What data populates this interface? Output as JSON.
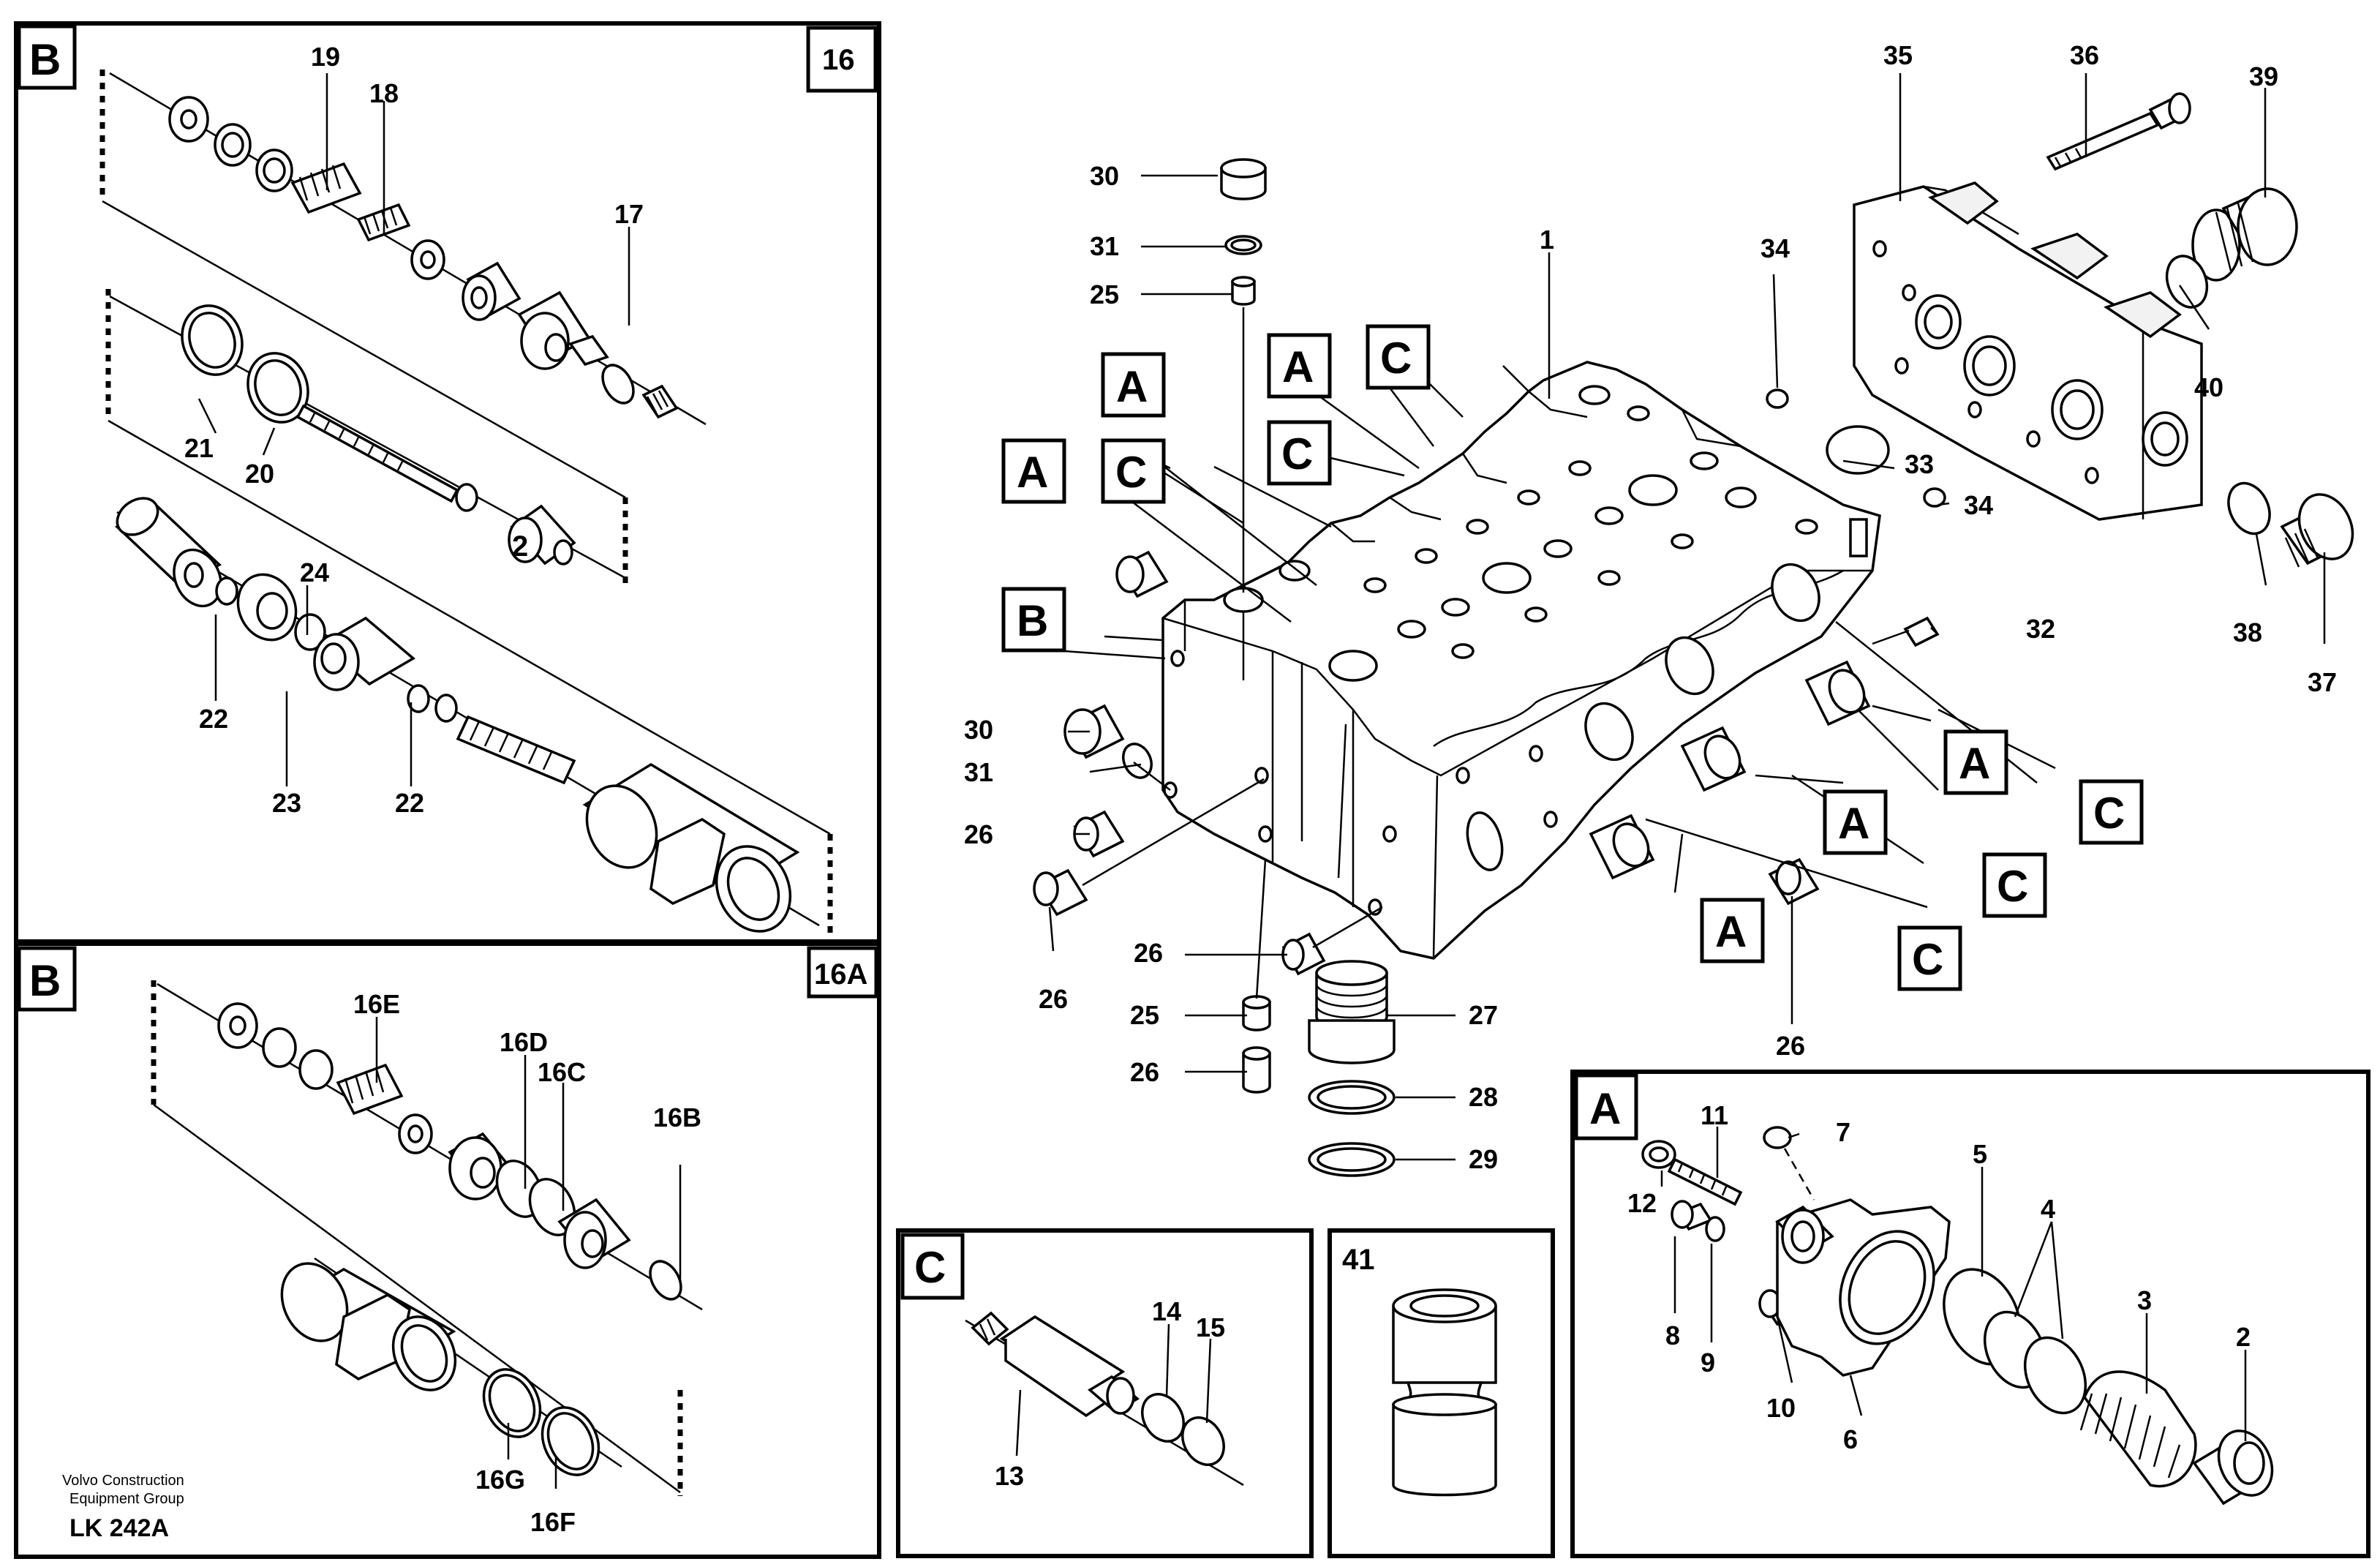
{
  "panels": {
    "p16": {
      "letter": "B",
      "code": "16",
      "labels": [
        "19",
        "18",
        "17",
        "21",
        "20",
        "24",
        "22",
        "23",
        "22"
      ]
    },
    "p16a": {
      "letter": "B",
      "code": "16A",
      "labels": [
        "16E",
        "16D",
        "16C",
        "16B",
        "16G",
        "16F"
      ]
    },
    "main": {
      "labels": [
        "30",
        "31",
        "25",
        "1",
        "35",
        "36",
        "39",
        "34",
        "40",
        "33",
        "34",
        "38",
        "37",
        "32",
        "30",
        "31",
        "26",
        "26",
        "26",
        "25",
        "26",
        "27",
        "28",
        "29",
        "26"
      ],
      "tags": [
        "A",
        "C",
        "A",
        "C",
        "A",
        "C",
        "B",
        "A",
        "C",
        "A",
        "C",
        "A",
        "C"
      ]
    },
    "pA": {
      "letter": "A",
      "labels": [
        "11",
        "7",
        "12",
        "5",
        "4",
        "3",
        "8",
        "9",
        "10",
        "6",
        "2"
      ]
    },
    "pC": {
      "letter": "C",
      "labels": [
        "14",
        "15",
        "13"
      ]
    },
    "p41": {
      "code": "41"
    }
  },
  "credit": {
    "line1": "Volvo Construction",
    "line2": "Equipment Group",
    "code": "LK 242A"
  }
}
